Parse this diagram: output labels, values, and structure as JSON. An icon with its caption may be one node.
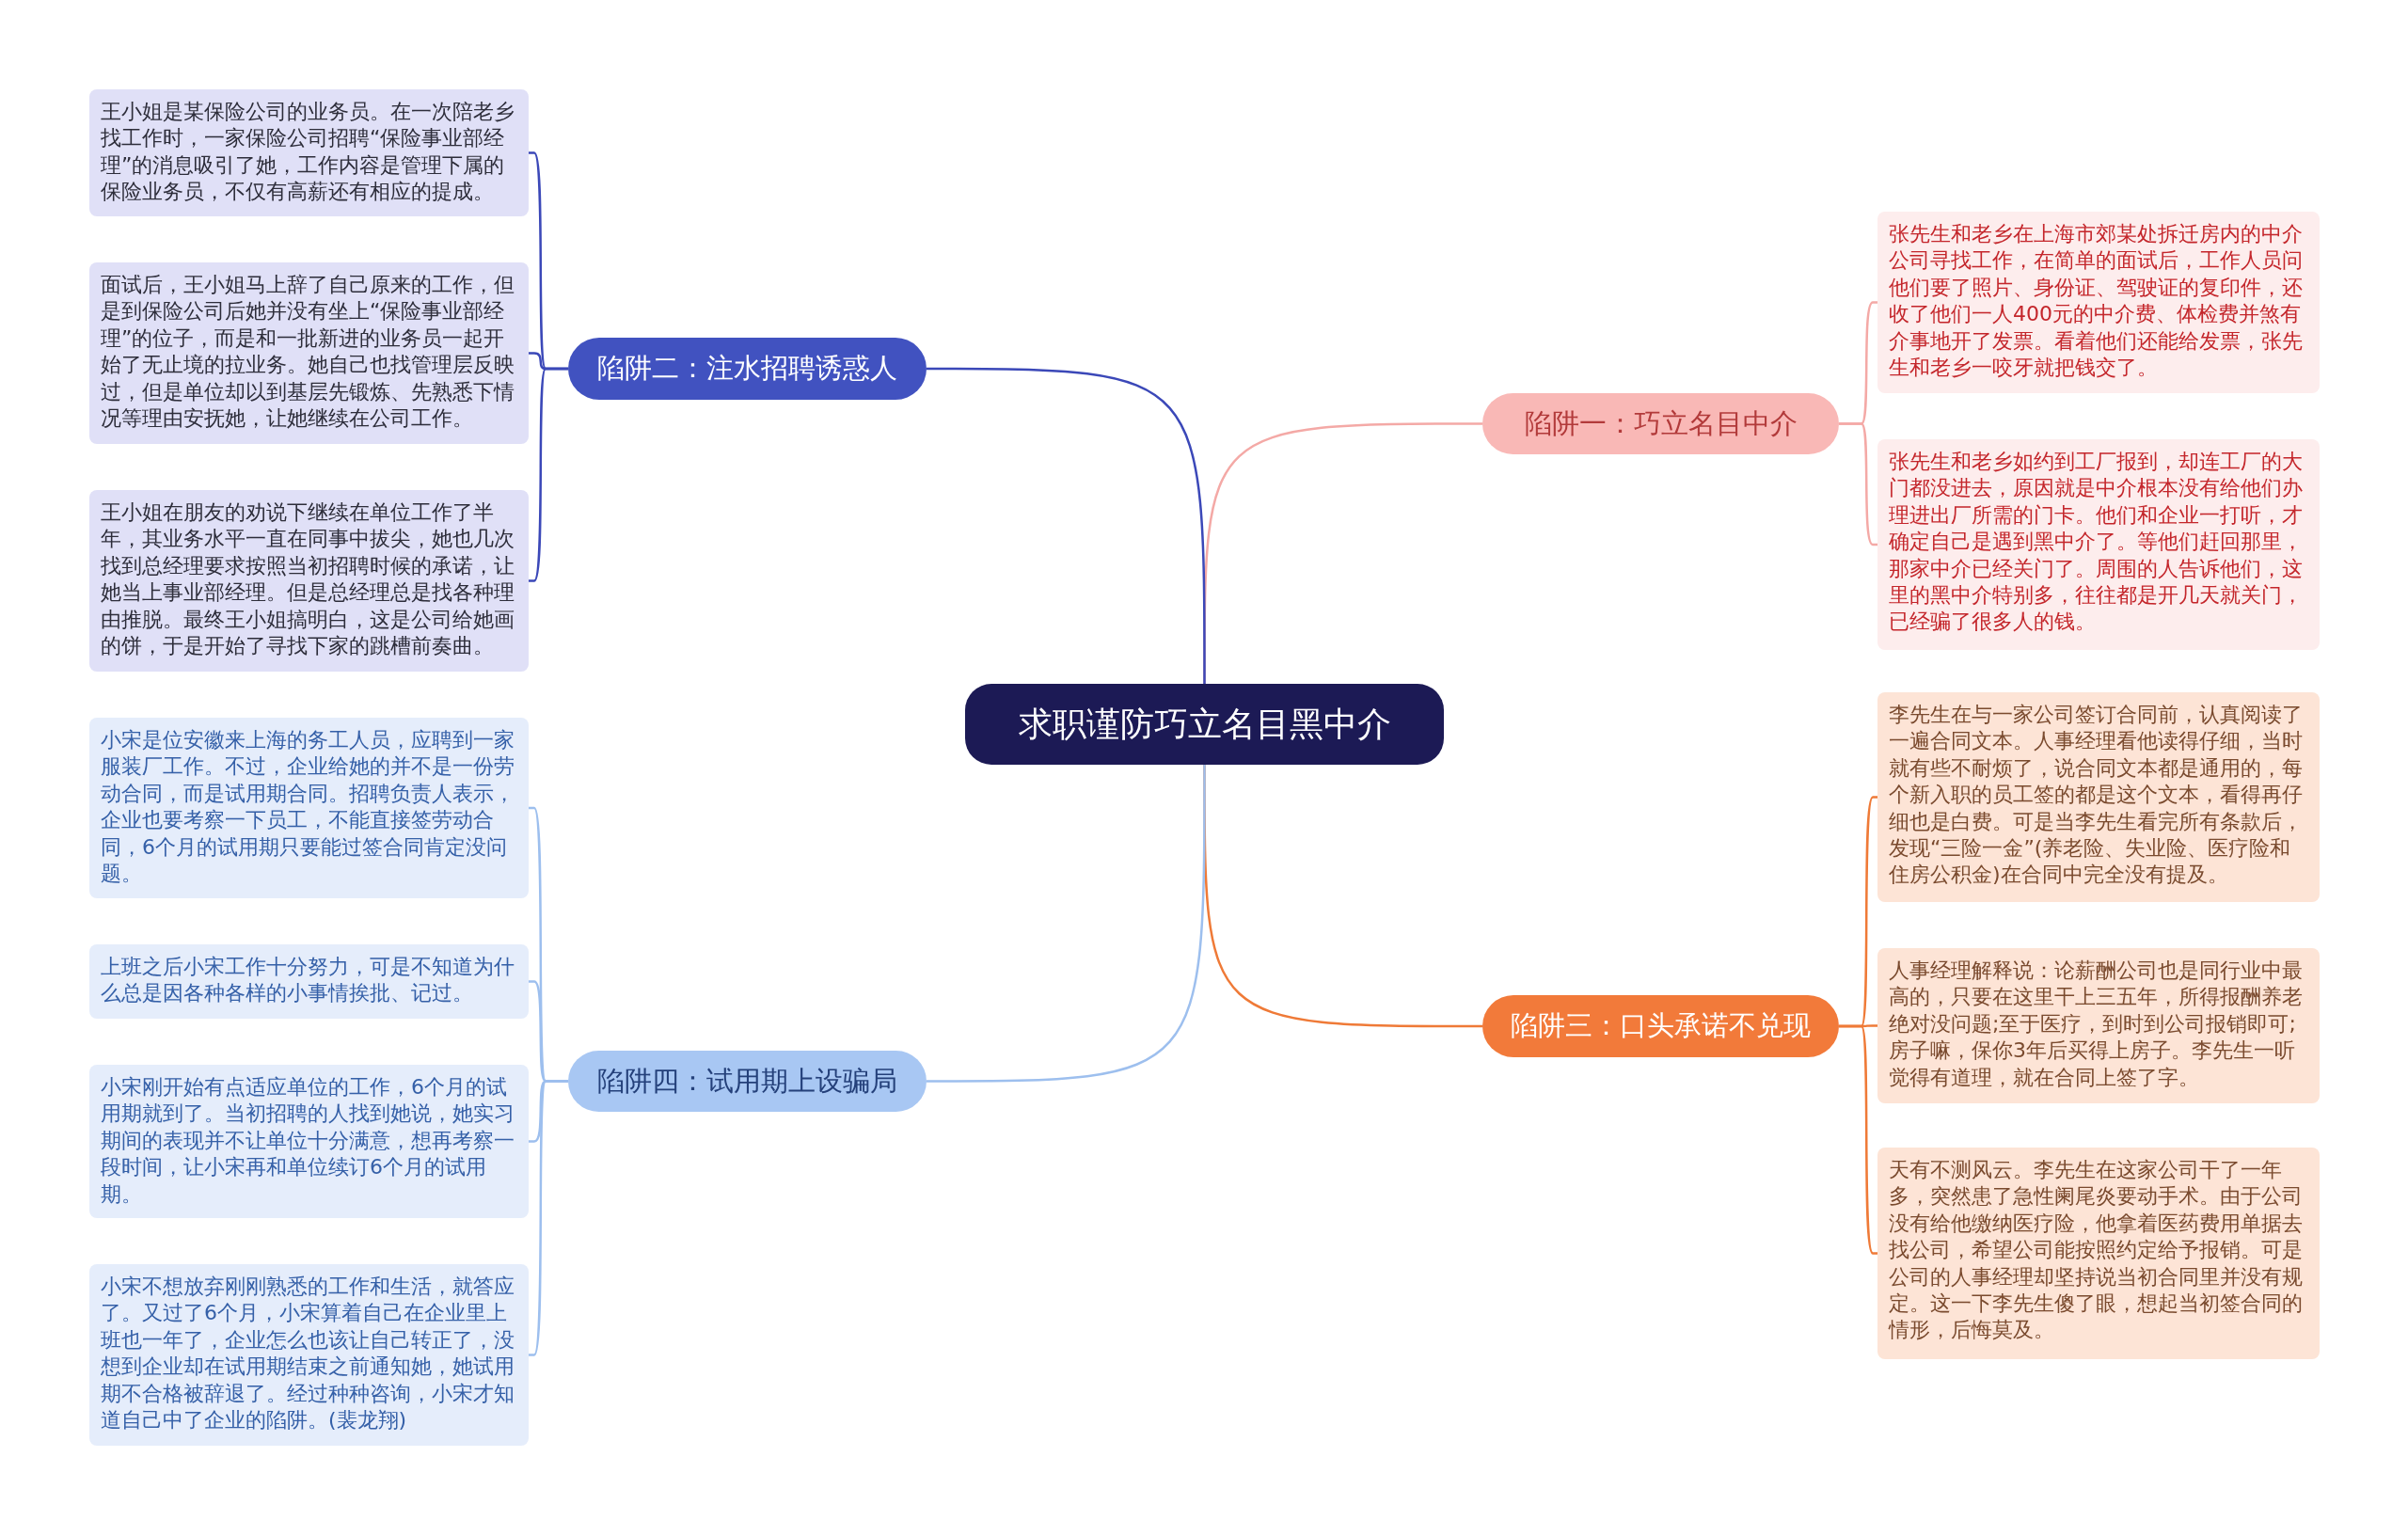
{
  "diagram": {
    "nodes": [
      {
        "text": [
          "求职谨防巧立名目黑中介"
        ]
      },
      {
        "text": [
          "陷阱一：巧立名目中介"
        ]
      },
      {
        "text": [
          "张先生和老乡在上海市郊某处拆迁房内的中介公司寻找工作，在简单的面试后，工作人员问他们要了照片、身份证、驾驶证的复印件，还收了他们一人400元的中介费、体检费并煞有介事地开了发票。看着他们还能给发票，张先生和老乡一咬牙就把钱交了。"
        ]
      },
      {
        "text": [
          "张先生和老乡如约到工厂报到，却连工厂的大门都没进去，原因就是中介根本没有给他们办理进出厂所需的门卡。他们和企业一打听，才确定自己是遇到黑中介了。等他们赶回那里，那家中介已经关门了。周围的人告诉他们，这里的黑中介特别多，往往都是开几天就关门，已经骗了很多人的钱。"
        ]
      },
      {
        "text": [
          "陷阱二：注水招聘诱惑人"
        ]
      },
      {
        "text": [
          "王小姐是某保险公司的业务员。在一次陪老乡找工作时，一家保险公司招聘“保险事业部经理”的消息吸引了她，工作内容是管理下属的保险业务员，不仅有高薪还有相应的提成。"
        ]
      },
      {
        "text": [
          "面试后，王小姐马上辞了自己原来的工作，但是到保险公司后她并没有坐上“保险事业部经理”的位子，而是和一批新进的业务员一起开始了无止境的拉业务。她自己也找管理层反映过，但是单位却以到基层先锻炼、先熟悉下情况等理由安抚她，让她继续在公司工作。"
        ]
      },
      {
        "text": [
          "王小姐在朋友的劝说下继续在单位工作了半年，其业务水平一直在同事中拔尖，她也几次找到总经理要求按照当初招聘时候的承诺，让她当上事业部经理。但是总经理总是找各种理由推脱。最终王小姐搞明白，这是公司给她画的饼，于是开始了寻找下家的跳槽前奏曲。"
        ]
      },
      {
        "text": [
          "陷阱三：口头承诺不兑现"
        ]
      },
      {
        "text": [
          "李先生在与一家公司签订合同前，认真阅读了一遍合同文本。人事经理看他读得仔细，当时就有些不耐烦了，说合同文本都是通用的，每个新入职的员工签的都是这个文本，看得再仔细也是白费。可是当李先生看完所有条款后，发现“三险一金”(养老险、失业险、医疗险和住房公积金)在合同中完全没有提及。"
        ]
      },
      {
        "text": [
          "人事经理解释说：论薪酬公司也是同行业中最高的，只要在这里干上三五年，所得报酬养老绝对没问题;至于医疗，到时到公司报销即可;房子嘛，保你3年后买得上房子。李先生一听觉得有道理，就在合同上签了字。"
        ]
      },
      {
        "text": [
          "天有不测风云。李先生在这家公司干了一年多，突然患了急性阑尾炎要动手术。由于公司没有给他缴纳医疗险，他拿着医药费用单据去找公司，希望公司能按照约定给予报销。可是公司的人事经理却坚持说当初合同里并没有规定。这一下李先生傻了眼，想起当初签合同的情形，后悔莫及。"
        ]
      },
      {
        "text": [
          "陷阱四：试用期上设骗局"
        ]
      },
      {
        "text": [
          "小宋是位安徽来上海的务工人员，应聘到一家服装厂工作。不过，企业给她的并不是一份劳动合同，而是试用期合同。招聘负责人表示，企业也要考察一下员工，不能直接签劳动合同，6个月的试用期只要能过签合同肯定没问题。"
        ]
      },
      {
        "text": [
          "上班之后小宋工作十分努力，可是不知道为什么总是因各种各样的小事情挨批、记过。"
        ]
      },
      {
        "text": [
          "小宋刚开始有点适应单位的工作，6个月的试用期就到了。当初招聘的人找到她说，她实习期间的表现并不让单位十分满意，想再考察一段时间，让小宋再和单位续订6个月的试用期。"
        ]
      },
      {
        "text": [
          "小宋不想放弃刚刚熟悉的工作和生活，就答应了。又过了6个月，小宋算着自己在企业里上班也一年了，企业怎么也该让自己转正了，没想到企业却在试用期结束之前通知她，她试用期不合格被辞退了。经过种种咨询，小宋才知道自己中了企业的陷阱。(裴龙翔)"
        ]
      }
    ],
    "edges": [
      {
        "from": 0,
        "to": 1,
        "arrow": "none",
        "color": "#f4a9a6"
      },
      {
        "from": 1,
        "to": 2,
        "arrow": "none",
        "color": "#f4a9a6"
      },
      {
        "from": 1,
        "to": 3,
        "arrow": "none",
        "color": "#f4a9a6"
      },
      {
        "from": 0,
        "to": 4,
        "arrow": "none",
        "color": "#3b48b8"
      },
      {
        "from": 4,
        "to": 5,
        "arrow": "none",
        "color": "#3b48b8"
      },
      {
        "from": 4,
        "to": 6,
        "arrow": "none",
        "color": "#3b48b8"
      },
      {
        "from": 4,
        "to": 7,
        "arrow": "none",
        "color": "#3b48b8"
      },
      {
        "from": 0,
        "to": 8,
        "arrow": "none",
        "color": "#ef7a37"
      },
      {
        "from": 8,
        "to": 9,
        "arrow": "none",
        "color": "#ef7a37"
      },
      {
        "from": 8,
        "to": 10,
        "arrow": "none",
        "color": "#ef7a37"
      },
      {
        "from": 8,
        "to": 11,
        "arrow": "none",
        "color": "#ef7a37"
      },
      {
        "from": 0,
        "to": 12,
        "arrow": "none",
        "color": "#9dbfee"
      },
      {
        "from": 12,
        "to": 13,
        "arrow": "none",
        "color": "#9dbfee"
      },
      {
        "from": 12,
        "to": 14,
        "arrow": "none",
        "color": "#9dbfee"
      },
      {
        "from": 12,
        "to": 15,
        "arrow": "none",
        "color": "#9dbfee"
      },
      {
        "from": 12,
        "to": 16,
        "arrow": "none",
        "color": "#9dbfee"
      }
    ]
  }
}
